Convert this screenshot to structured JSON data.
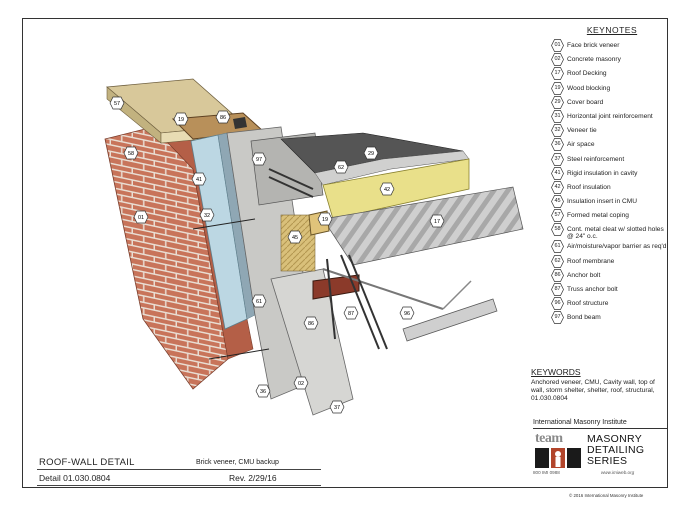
{
  "drawing": {
    "title": "ROOF-WALL DETAIL",
    "subtitle": "Brick veneer, CMU backup",
    "number": "Detail 01.030.0804",
    "revision": "Rev. 2/29/16"
  },
  "keynotes": {
    "title": "KEYNOTES",
    "items": [
      {
        "num": "01",
        "text": "Face brick veneer"
      },
      {
        "num": "02",
        "text": "Concrete masonry"
      },
      {
        "num": "17",
        "text": "Roof Decking"
      },
      {
        "num": "19",
        "text": "Wood blocking"
      },
      {
        "num": "29",
        "text": "Cover board"
      },
      {
        "num": "31",
        "text": "Horizontal joint reinforcement"
      },
      {
        "num": "32",
        "text": "Veneer tie"
      },
      {
        "num": "36",
        "text": "Air space"
      },
      {
        "num": "37",
        "text": "Steel reinforcement"
      },
      {
        "num": "41",
        "text": "Rigid insulation in cavity"
      },
      {
        "num": "42",
        "text": "Roof insulation"
      },
      {
        "num": "45",
        "text": "Insulation insert in CMU"
      },
      {
        "num": "57",
        "text": "Formed metal coping"
      },
      {
        "num": "58",
        "text": "Cont. metal cleat w/ slotted holes @ 24\" o.c."
      },
      {
        "num": "61",
        "text": "Air/moisture/vapor barrier as req'd"
      },
      {
        "num": "62",
        "text": "Roof membrane"
      },
      {
        "num": "86",
        "text": "Anchor bolt"
      },
      {
        "num": "87",
        "text": "Truss anchor bolt"
      },
      {
        "num": "96",
        "text": "Roof structure"
      },
      {
        "num": "97",
        "text": "Bond beam"
      }
    ]
  },
  "keywords": {
    "title": "KEYWORDS",
    "text": "Anchored veneer, CMU, Cavity wall, top of wall, storm shelter, shelter, roof, structural, 01.030.0804"
  },
  "institute": "International Masonry Institute",
  "logo": {
    "team": "team",
    "line1": "MASONRY",
    "line2": "DETAILING",
    "line3": "SERIES",
    "site": "www.imiweb.org",
    "code": "800 IMI 0988"
  },
  "copyright": "© 2016 International Masonry Institute",
  "tags": [
    {
      "num": "57"
    },
    {
      "num": "19"
    },
    {
      "num": "86"
    },
    {
      "num": "58"
    },
    {
      "num": "97"
    },
    {
      "num": "62"
    },
    {
      "num": "29"
    },
    {
      "num": "41"
    },
    {
      "num": "42"
    },
    {
      "num": "01"
    },
    {
      "num": "32"
    },
    {
      "num": "17"
    },
    {
      "num": "45"
    },
    {
      "num": "19"
    },
    {
      "num": "61"
    },
    {
      "num": "96"
    },
    {
      "num": "86"
    },
    {
      "num": "87"
    },
    {
      "num": "02"
    },
    {
      "num": "36"
    },
    {
      "num": "37"
    }
  ],
  "colors": {
    "brick": "#c8745a",
    "mortar": "#e9ddd2",
    "coping": "#d8c89a",
    "insulation_blue": "#bcd7e3",
    "cmu": "#c9c9c6",
    "membrane": "#555555",
    "roof_insulation": "#e9e08a",
    "deck": "#b9b9b9",
    "wood": "#8b3a2a"
  }
}
